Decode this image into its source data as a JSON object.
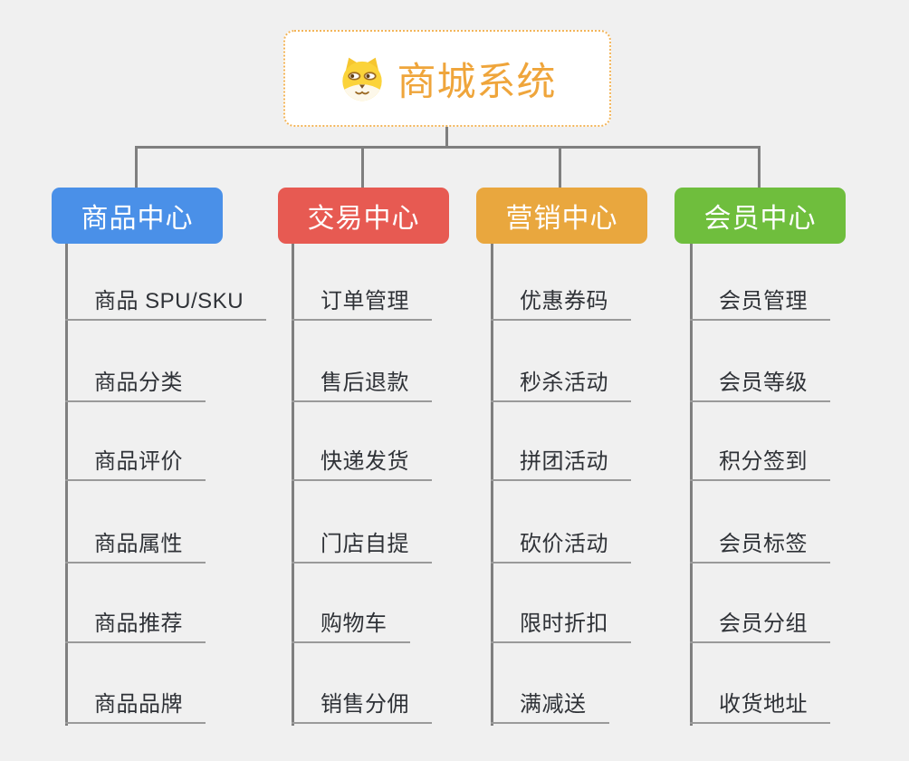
{
  "canvas": {
    "background": "#f0f0f0",
    "connector_color": "#7f7f7f",
    "underline_color": "#9a9a9a"
  },
  "root": {
    "title": "商城系统",
    "icon": "dog-face-icon",
    "accent_color": "#efa53b",
    "border_color": "#f3b559"
  },
  "branches": [
    {
      "label": "商品中心",
      "color": "#4a90e8",
      "children": [
        "商品 SPU/SKU",
        "商品分类",
        "商品评价",
        "商品属性",
        "商品推荐",
        "商品品牌"
      ]
    },
    {
      "label": "交易中心",
      "color": "#e75a52",
      "children": [
        "订单管理",
        "售后退款",
        "快递发货",
        "门店自提",
        "购物车",
        "销售分佣"
      ]
    },
    {
      "label": "营销中心",
      "color": "#e9a73e",
      "children": [
        "优惠券码",
        "秒杀活动",
        "拼团活动",
        "砍价活动",
        "限时折扣",
        "满减送"
      ]
    },
    {
      "label": "会员中心",
      "color": "#6fbe3d",
      "children": [
        "会员管理",
        "会员等级",
        "积分签到",
        "会员标签",
        "会员分组",
        "收货地址"
      ]
    }
  ]
}
